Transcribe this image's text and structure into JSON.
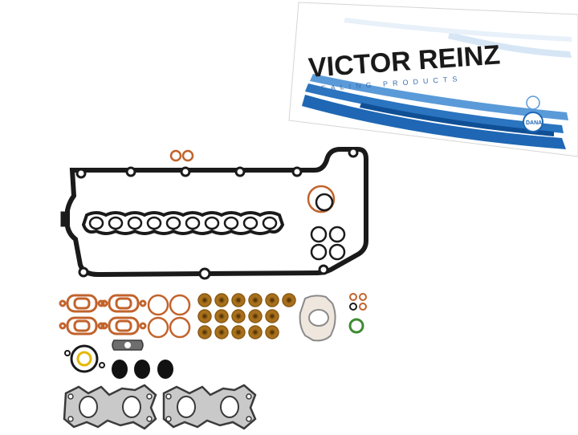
{
  "box": {
    "brand": "VICTOR REINZ",
    "tagline": "SEALING PRODUCTS",
    "side_logo": "DANA",
    "colors": {
      "brand_text": "#1a1a1a",
      "swoosh": "#1f67b4",
      "swoosh_light": "#5a9ad8"
    }
  },
  "gasket_set": {
    "colors": {
      "rubber": "#1a1a1a",
      "copper": "#c2632c",
      "steel": "#6e6e6e",
      "green": "#3f8a32",
      "seal_brown": "#8a5a14"
    }
  }
}
